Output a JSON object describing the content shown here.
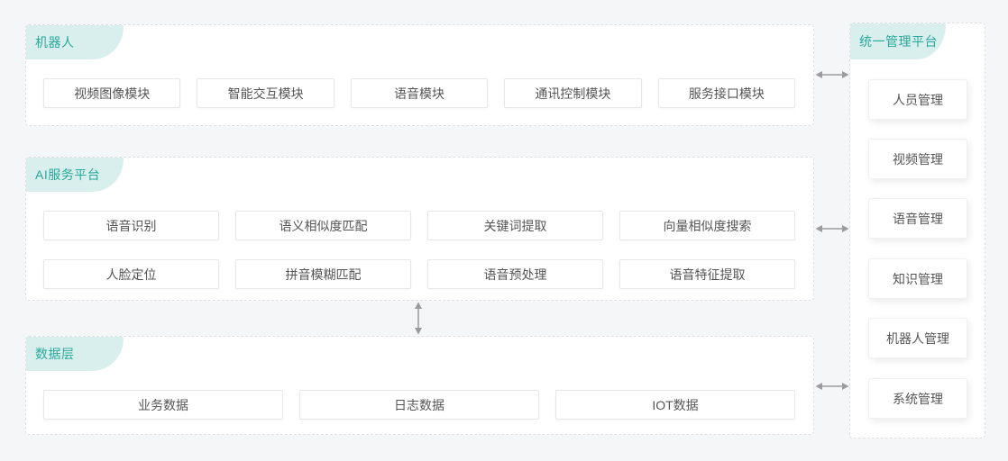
{
  "colors": {
    "accent": "#2aa79b",
    "accent_bg": "#d9efee",
    "page_bg": "#f5f6f8",
    "box_text": "#555555",
    "arrow": "#9b9b9b"
  },
  "sections": {
    "robot": {
      "title": "机器人",
      "modules": [
        "视频图像模块",
        "智能交互模块",
        "语音模块",
        "通讯控制模块",
        "服务接口模块"
      ]
    },
    "ai": {
      "title": "AI服务平台",
      "row1": [
        "语音识别",
        "语义相似度匹配",
        "关键词提取",
        "向量相似度搜索"
      ],
      "row2": [
        "人脸定位",
        "拼音模糊匹配",
        "语音预处理",
        "语音特征提取"
      ]
    },
    "data": {
      "title": "数据层",
      "modules": [
        "业务数据",
        "日志数据",
        "IOT数据"
      ]
    },
    "management": {
      "title": "统一管理平台",
      "modules": [
        "人员管理",
        "视频管理",
        "语音管理",
        "知识管理",
        "机器人管理",
        "系统管理"
      ]
    }
  },
  "icons": {
    "horizontal_double_arrow": "↔",
    "vertical_double_arrow": "↕"
  }
}
